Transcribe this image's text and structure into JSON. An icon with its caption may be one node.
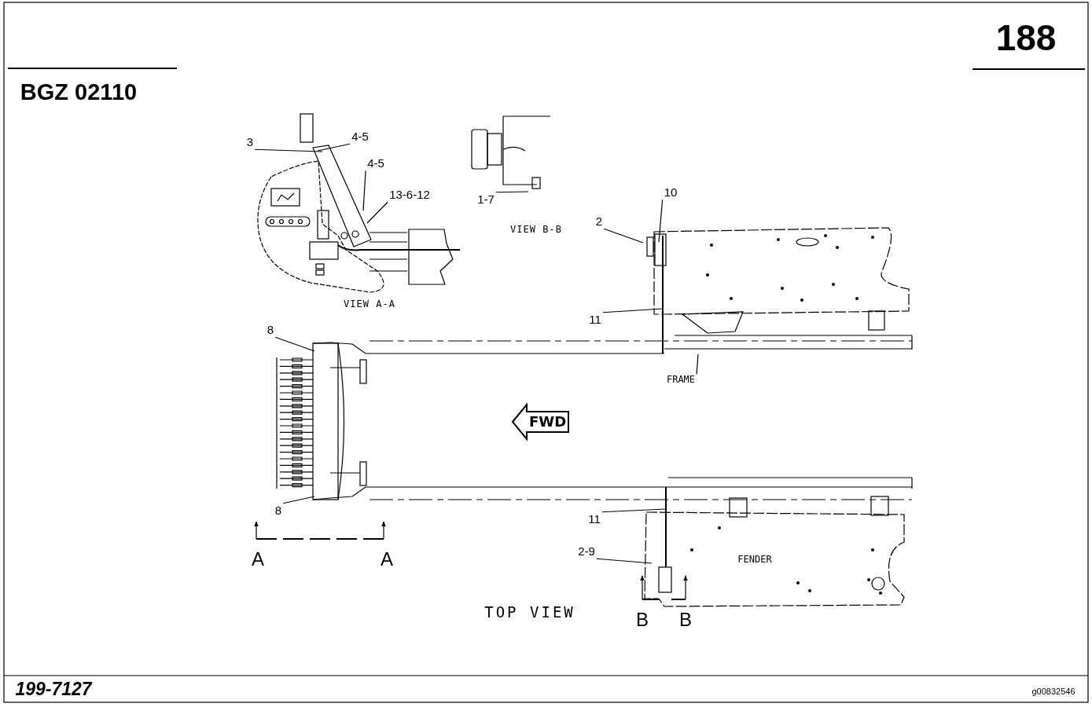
{
  "diagram": {
    "nodes": [
      {
        "text": [
          "3"
        ]
      },
      {
        "text": [
          "4-5"
        ]
      },
      {
        "text": [
          "4-5"
        ]
      },
      {
        "text": [
          "13-6-12"
        ]
      },
      {
        "text": [
          "1-7"
        ]
      },
      {
        "text": [
          "10"
        ]
      },
      {
        "text": [
          "2"
        ]
      },
      {
        "text": [
          "11"
        ]
      },
      {
        "text": [
          "8"
        ]
      },
      {
        "text": [
          "FRAME"
        ]
      },
      {
        "text": [
          "FWD"
        ]
      },
      {
        "text": [
          "8"
        ]
      },
      {
        "text": [
          "11"
        ]
      },
      {
        "text": [
          "2-9"
        ]
      }
    ],
    "edges": [
      {
        "from": 0,
        "to": null,
        "arrow": "none"
      },
      {
        "from": 1,
        "to": null,
        "arrow": "none"
      },
      {
        "from": 2,
        "to": null,
        "arrow": "none"
      },
      {
        "from": 3,
        "to": null,
        "arrow": "none"
      },
      {
        "from": 4,
        "to": null,
        "arrow": "none"
      },
      {
        "from": 5,
        "to": null,
        "arrow": "none"
      },
      {
        "from": 6,
        "to": null,
        "arrow": "none"
      },
      {
        "from": 7,
        "to": null,
        "arrow": "none"
      },
      {
        "from": 8,
        "to": null,
        "arrow": "none"
      },
      {
        "from": 9,
        "to": null,
        "arrow": "none"
      },
      {
        "from": 11,
        "to": null,
        "arrow": "none"
      },
      {
        "from": 12,
        "to": null,
        "arrow": "none"
      },
      {
        "from": 13,
        "to": null,
        "arrow": "none"
      }
    ],
    "labels": [
      "188",
      "BGZ 02110",
      "VIEW B-B",
      "VIEW A-A",
      "A",
      "A",
      "FENDER",
      "TOP VIEW",
      "B",
      "B",
      "199-7127",
      "g00832546"
    ]
  }
}
